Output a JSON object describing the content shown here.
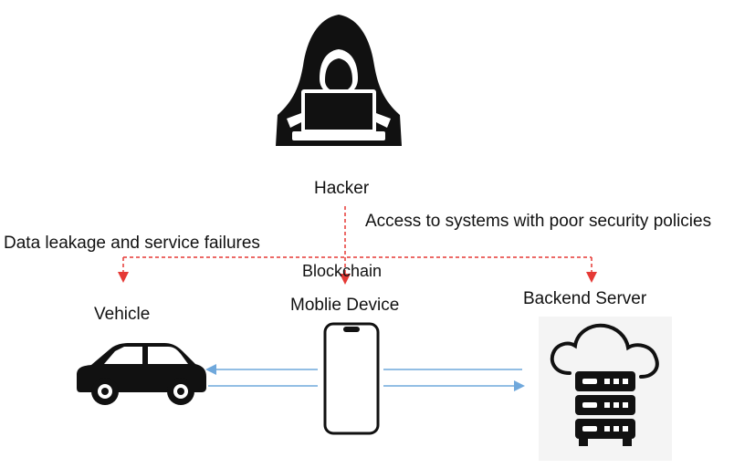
{
  "labels": {
    "hacker": "Hacker",
    "attack_access": "Access to systems with poor security policies",
    "attack_leak": "Data leakage and service failures",
    "blockchain": "Blockchain",
    "mobile": "Moblie Device",
    "vehicle": "Vehicle",
    "backend": "Backend Server"
  },
  "colors": {
    "attack_line": "#e53935",
    "link_line": "#6fa8dc",
    "icon": "#111111",
    "server_panel": "#f4f4f4"
  },
  "icons": {
    "hacker": "hooded-hacker-laptop-icon",
    "vehicle": "car-icon",
    "mobile": "smartphone-icon",
    "backend": "cloud-server-stack-icon"
  }
}
